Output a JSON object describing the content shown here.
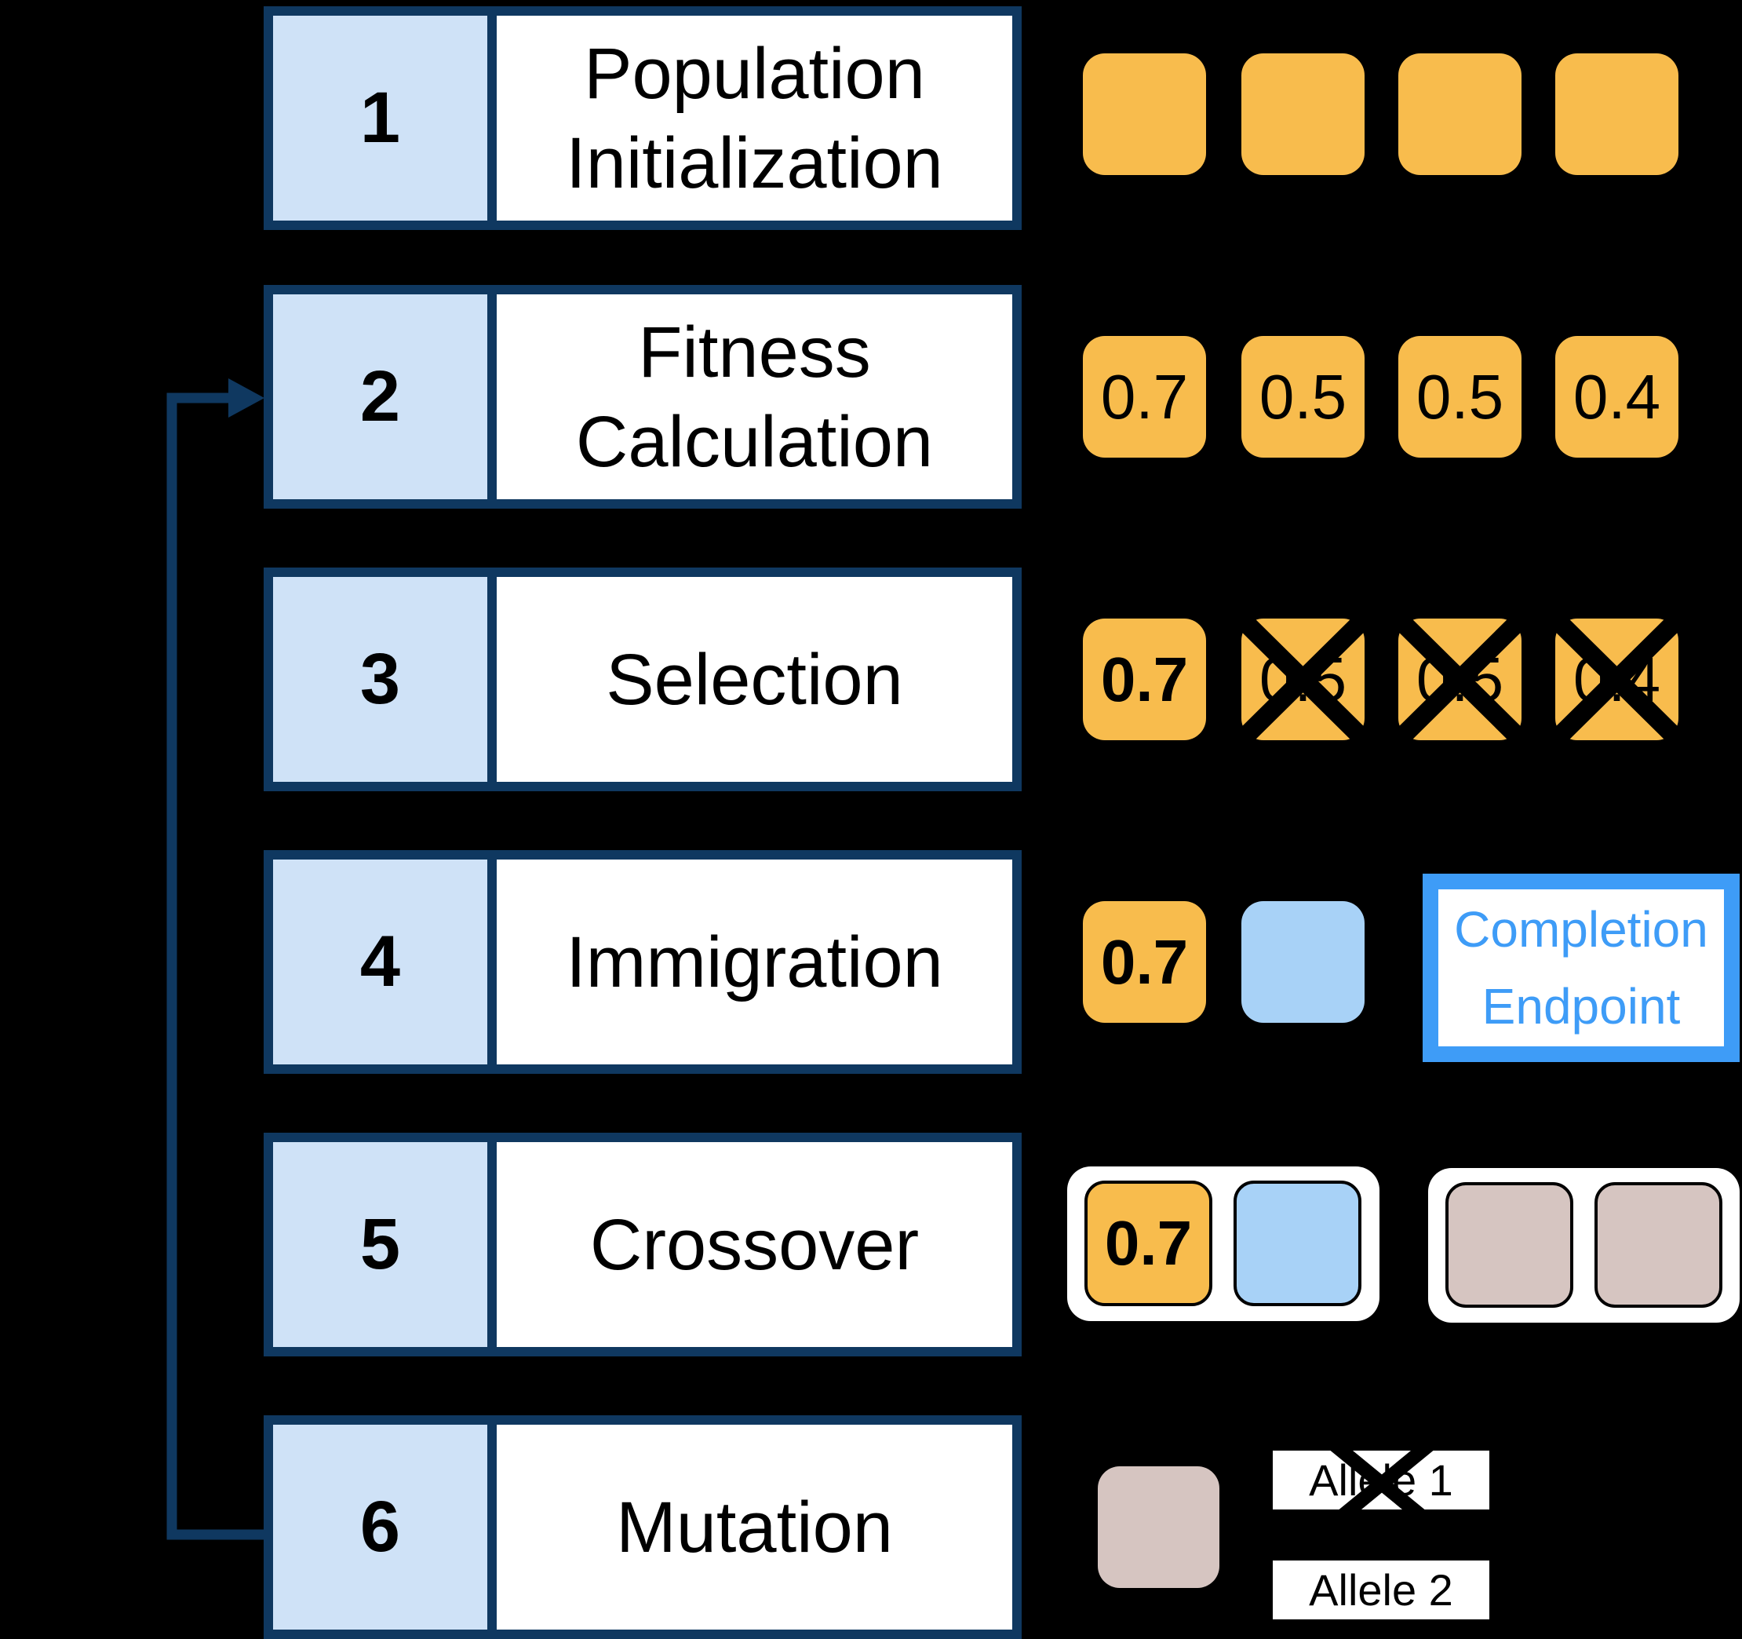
{
  "steps": [
    {
      "num": "1",
      "lines": [
        "Population",
        "Initialization"
      ]
    },
    {
      "num": "2",
      "lines": [
        "Fitness",
        "Calculation"
      ]
    },
    {
      "num": "3",
      "lines": [
        "Selection"
      ]
    },
    {
      "num": "4",
      "lines": [
        "Immigration"
      ]
    },
    {
      "num": "5",
      "lines": [
        "Crossover"
      ]
    },
    {
      "num": "6",
      "lines": [
        "Mutation"
      ]
    }
  ],
  "fitness": {
    "values": [
      "0.7",
      "0.5",
      "0.5",
      "0.4"
    ]
  },
  "selection": {
    "kept": "0.7",
    "removed": [
      "0.5",
      "0.5",
      "0.4"
    ]
  },
  "immigration": {
    "kept": "0.7",
    "endpoint": [
      "Completion",
      "Endpoint"
    ]
  },
  "crossover": {
    "parent_value": "0.7"
  },
  "mutation": {
    "allele1": "Allele 1",
    "allele2": "Allele 2"
  },
  "colors": {
    "background": "#000000",
    "box_border_navy": "#0F3860",
    "number_cell_blue": "#CFE2F7",
    "chromosome_orange": "#F8BC4D",
    "immigrant_blue": "#A8D2F7",
    "mutant_tan": "#D6C5C1",
    "endpoint_blue": "#3E9CF7",
    "label_white": "#FFFFFF",
    "text_black": "#000000"
  }
}
